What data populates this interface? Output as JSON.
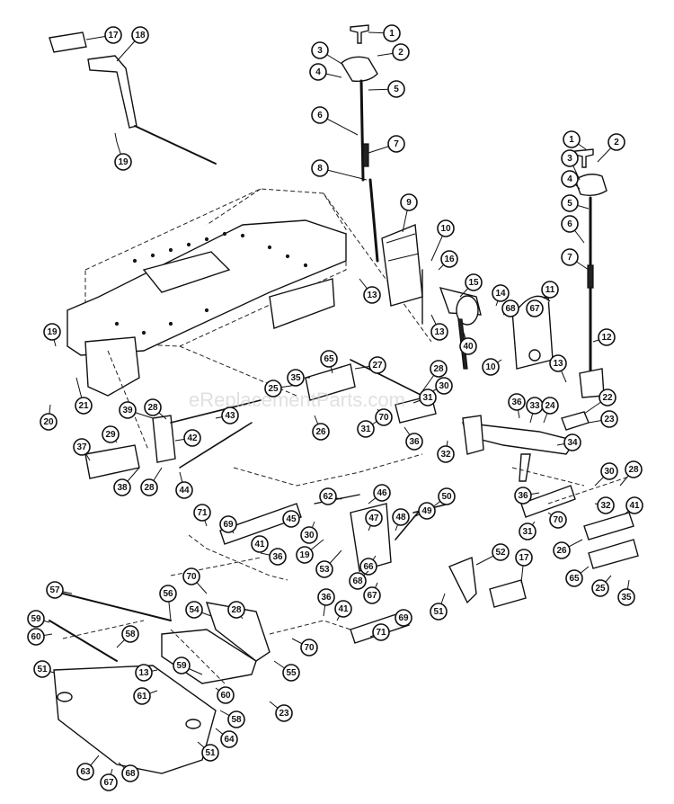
{
  "watermark": "eReplacementParts.com",
  "callouts": [
    {
      "id": "c1",
      "label": "17"
    },
    {
      "id": "c2",
      "label": "18"
    },
    {
      "id": "c3",
      "label": "19"
    },
    {
      "id": "c4",
      "label": "1"
    },
    {
      "id": "c5",
      "label": "2"
    },
    {
      "id": "c6",
      "label": "3"
    },
    {
      "id": "c7",
      "label": "4"
    },
    {
      "id": "c8",
      "label": "5"
    },
    {
      "id": "c9",
      "label": "6"
    },
    {
      "id": "c10",
      "label": "7"
    },
    {
      "id": "c11",
      "label": "8"
    },
    {
      "id": "c12",
      "label": "9"
    },
    {
      "id": "c13",
      "label": "10"
    },
    {
      "id": "c14",
      "label": "16"
    },
    {
      "id": "c15",
      "label": "13"
    },
    {
      "id": "c16",
      "label": "15"
    },
    {
      "id": "c17",
      "label": "14"
    },
    {
      "id": "c18",
      "label": "68"
    },
    {
      "id": "c19",
      "label": "67"
    },
    {
      "id": "c20",
      "label": "11"
    },
    {
      "id": "c21",
      "label": "13"
    },
    {
      "id": "c22",
      "label": "40"
    },
    {
      "id": "c23",
      "label": "10"
    },
    {
      "id": "c24",
      "label": "1"
    },
    {
      "id": "c25",
      "label": "2"
    },
    {
      "id": "c26",
      "label": "3"
    },
    {
      "id": "c27",
      "label": "4"
    },
    {
      "id": "c28",
      "label": "5"
    },
    {
      "id": "c29",
      "label": "6"
    },
    {
      "id": "c30",
      "label": "7"
    },
    {
      "id": "c31",
      "label": "12"
    },
    {
      "id": "c32",
      "label": "13"
    },
    {
      "id": "c33",
      "label": "19"
    },
    {
      "id": "c34",
      "label": "20"
    },
    {
      "id": "c35",
      "label": "21"
    },
    {
      "id": "c36",
      "label": "25"
    },
    {
      "id": "c37",
      "label": "35"
    },
    {
      "id": "c38",
      "label": "65"
    },
    {
      "id": "c39",
      "label": "27"
    },
    {
      "id": "c40",
      "label": "28"
    },
    {
      "id": "c41",
      "label": "30"
    },
    {
      "id": "c42",
      "label": "31"
    },
    {
      "id": "c43",
      "label": "70"
    },
    {
      "id": "c44",
      "label": "26"
    },
    {
      "id": "c45",
      "label": "31"
    },
    {
      "id": "c46",
      "label": "36"
    },
    {
      "id": "c47",
      "label": "36"
    },
    {
      "id": "c48",
      "label": "33"
    },
    {
      "id": "c49",
      "label": "24"
    },
    {
      "id": "c50",
      "label": "22"
    },
    {
      "id": "c51",
      "label": "23"
    },
    {
      "id": "c52",
      "label": "34"
    },
    {
      "id": "c53",
      "label": "32"
    },
    {
      "id": "c54",
      "label": "39"
    },
    {
      "id": "c55",
      "label": "28"
    },
    {
      "id": "c56",
      "label": "43"
    },
    {
      "id": "c57",
      "label": "29"
    },
    {
      "id": "c58",
      "label": "42"
    },
    {
      "id": "c59",
      "label": "37"
    },
    {
      "id": "c60",
      "label": "38"
    },
    {
      "id": "c61",
      "label": "28"
    },
    {
      "id": "c62",
      "label": "44"
    },
    {
      "id": "c63",
      "label": "62"
    },
    {
      "id": "c64",
      "label": "46"
    },
    {
      "id": "c65",
      "label": "50"
    },
    {
      "id": "c66",
      "label": "49"
    },
    {
      "id": "c67",
      "label": "71"
    },
    {
      "id": "c68",
      "label": "69"
    },
    {
      "id": "c69",
      "label": "45"
    },
    {
      "id": "c70",
      "label": "30"
    },
    {
      "id": "c71",
      "label": "47"
    },
    {
      "id": "c72",
      "label": "48"
    },
    {
      "id": "c73",
      "label": "41"
    },
    {
      "id": "c74",
      "label": "36"
    },
    {
      "id": "c75",
      "label": "19"
    },
    {
      "id": "c76",
      "label": "53"
    },
    {
      "id": "c77",
      "label": "66"
    },
    {
      "id": "c78",
      "label": "68"
    },
    {
      "id": "c79",
      "label": "67"
    },
    {
      "id": "c80",
      "label": "36"
    },
    {
      "id": "c81",
      "label": "70"
    },
    {
      "id": "c82",
      "label": "31"
    },
    {
      "id": "c83",
      "label": "30"
    },
    {
      "id": "c84",
      "label": "28"
    },
    {
      "id": "c85",
      "label": "32"
    },
    {
      "id": "c86",
      "label": "41"
    },
    {
      "id": "c87",
      "label": "26"
    },
    {
      "id": "c88",
      "label": "65"
    },
    {
      "id": "c89",
      "label": "25"
    },
    {
      "id": "c90",
      "label": "35"
    },
    {
      "id": "c91",
      "label": "52"
    },
    {
      "id": "c92",
      "label": "17"
    },
    {
      "id": "c93",
      "label": "51"
    },
    {
      "id": "c94",
      "label": "36"
    },
    {
      "id": "c95",
      "label": "41"
    },
    {
      "id": "c96",
      "label": "69"
    },
    {
      "id": "c97",
      "label": "71"
    },
    {
      "id": "c98",
      "label": "57"
    },
    {
      "id": "c99",
      "label": "59"
    },
    {
      "id": "c100",
      "label": "60"
    },
    {
      "id": "c101",
      "label": "58"
    },
    {
      "id": "c102",
      "label": "51"
    },
    {
      "id": "c103",
      "label": "56"
    },
    {
      "id": "c104",
      "label": "70"
    },
    {
      "id": "c105",
      "label": "54"
    },
    {
      "id": "c106",
      "label": "28"
    },
    {
      "id": "c107",
      "label": "13"
    },
    {
      "id": "c108",
      "label": "59"
    },
    {
      "id": "c109",
      "label": "61"
    },
    {
      "id": "c110",
      "label": "60"
    },
    {
      "id": "c111",
      "label": "70"
    },
    {
      "id": "c112",
      "label": "55"
    },
    {
      "id": "c113",
      "label": "23"
    },
    {
      "id": "c114",
      "label": "58"
    },
    {
      "id": "c115",
      "label": "64"
    },
    {
      "id": "c116",
      "label": "63"
    },
    {
      "id": "c117",
      "label": "68"
    },
    {
      "id": "c118",
      "label": "67"
    },
    {
      "id": "c119",
      "label": "51"
    }
  ]
}
